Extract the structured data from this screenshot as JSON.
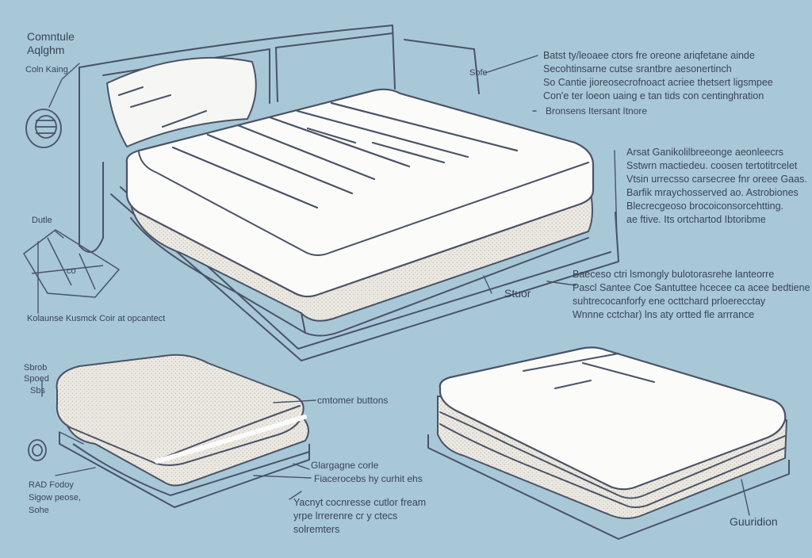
{
  "colors": {
    "background": "#a8c8d8",
    "line": "#4a5366",
    "mattress": "#fbfbfa",
    "foam": "#e9e6df"
  },
  "labels": {
    "top_left_title": "Comntule",
    "top_left_subtitle": "Aqlghm",
    "cole_king": "Coln Kaing",
    "duttle": "Dutle",
    "co_mark": "co",
    "left_bottom_caption": "Kolaunse Kusmck Coir at opcantect",
    "sofe": "Sofe",
    "right_top_block": [
      "Batst ty/leoaee ctors fre oreone ariqfetane ainde",
      "Secohtinsarne cutse srantbre aesonertinch",
      "So Cantie jioreosecrofnoact acriee thetsert ligsmpee",
      "Con'e ter loeon uaing e tan tids con centinghration"
    ],
    "right_top_small": "Bronsens Itersant Itnore",
    "right_mid_block": [
      "Arsat Ganikolilbreeonge aeonleecrs",
      "Sstwrn mactiedeu. coosen tertotitrcelet",
      "Vtsin urrecsso carsecree fnr oreee Gaas.",
      "Barfik mraychosserved ao. Astrobiones",
      "Blecrecgeoso brocoiconsorcehtting.",
      "ae ftive. Its ortchartod Ibtoribme"
    ],
    "shutter": "Stuor",
    "right_low_block": [
      "Baeceso ctri lsmongly bulotorasrehe lanteorre",
      "Pascl Santee Coe Santuttee hcecee ca acee bedtiene",
      "suhtrecocanforfy ene octtchard prloerecctay",
      "Wnnne cctchar) lns aty ortted fle arrrance"
    ],
    "bl_sbrob": "Sbrob",
    "bl_spoed": "Spoed",
    "bl_sbs": "Sbs",
    "ra_fadoy": "RAD Fodoy",
    "sigor": "Sigow peose,",
    "sohe": "Sohe",
    "cmtomer_buttons": "cmtomer buttons",
    "glarggne": "Glargagne corle",
    "fiacerocebs": "Fiacerocebs hy curhit ehs",
    "bottom_block": [
      "Yacnyt cocnresse cutlor fream",
      "yrpe lrrerenre cr y ctecs",
      "solremters"
    ],
    "guridion": "Guuridion"
  }
}
